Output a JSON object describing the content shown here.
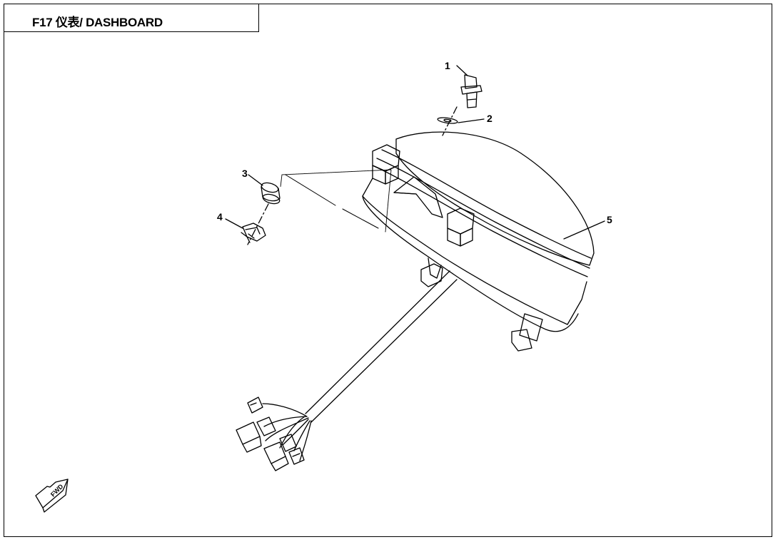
{
  "header": {
    "title": "F17 仪表/ DASHBOARD"
  },
  "callouts": [
    "1",
    "2",
    "3",
    "4",
    "5"
  ],
  "direction_badge": {
    "label": "FWD"
  },
  "colors": {
    "line": "#000000",
    "background": "#ffffff"
  }
}
